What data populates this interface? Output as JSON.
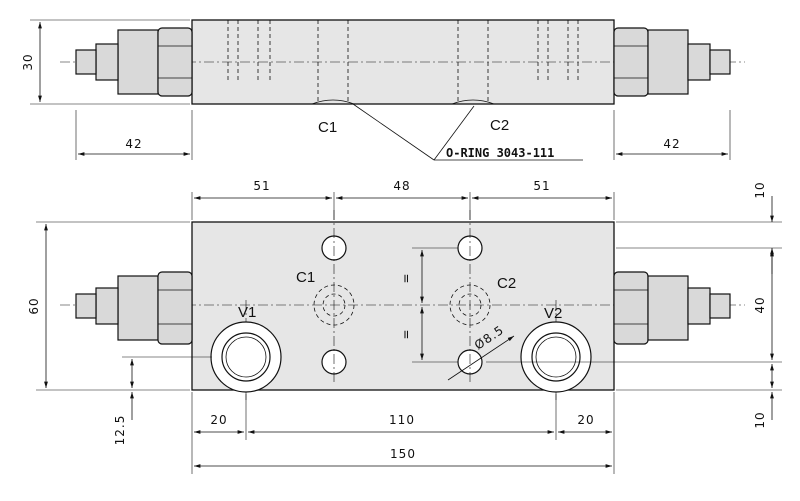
{
  "labels": {
    "c1_top": "C1",
    "c2_top": "C2",
    "c1_front": "C1",
    "c2_front": "C2",
    "v1": "V1",
    "v2": "V2"
  },
  "note": {
    "oring": "O-RING 3043-111"
  },
  "dimensions": {
    "top_height": "30",
    "top_left_cartridge": "42",
    "top_right_cartridge": "42",
    "span_left": "51",
    "span_middle": "48",
    "span_right": "51",
    "front_height": "60",
    "right_top": "10",
    "right_middle": "40",
    "right_bottom": "10",
    "port_height": "12.5",
    "bottom_left": "20",
    "bottom_middle": "110",
    "bottom_right": "20",
    "overall_length": "150",
    "equal_upper": "=",
    "equal_lower": "=",
    "hole_diameter": "Ø8.5"
  }
}
